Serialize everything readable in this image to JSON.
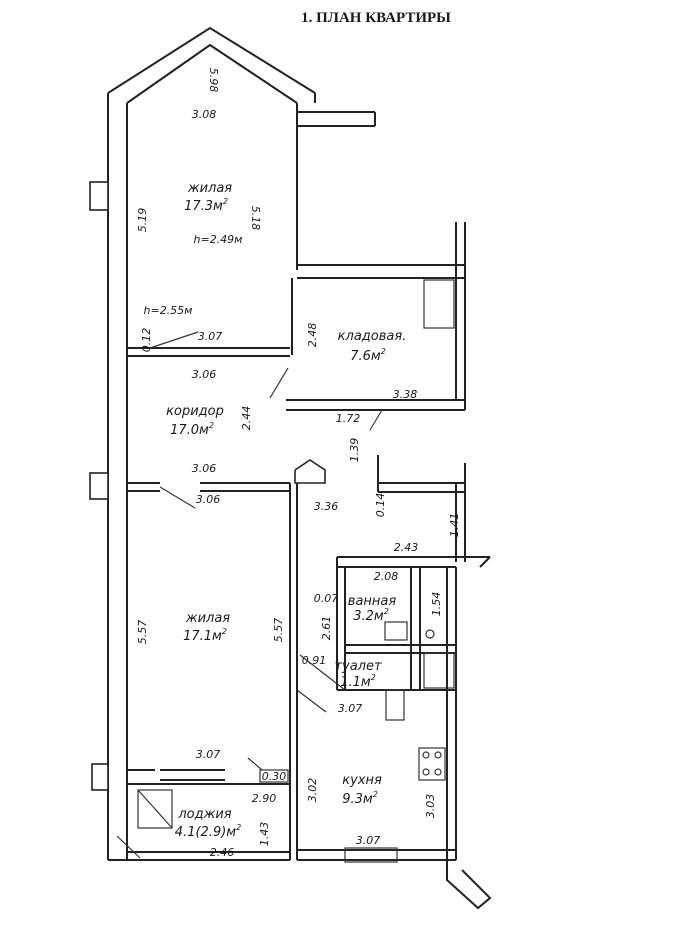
{
  "title": "1. ПЛАН КВАРТИРЫ",
  "rooms": {
    "living1": {
      "name": "жилая",
      "area": "17.3м",
      "height": "h=2.49м"
    },
    "storage": {
      "name": "кладовая.",
      "area": "7.6м"
    },
    "corridor": {
      "name": "коридор",
      "area": "17.0м",
      "height": "h=2.55м"
    },
    "living2": {
      "name": "жилая",
      "area": "17.1м"
    },
    "bath": {
      "name": "ванная",
      "area": "3.2м"
    },
    "wc": {
      "name": "туалет",
      "area": "1.1м"
    },
    "kitchen": {
      "name": "кухня",
      "area": "9.3м"
    },
    "loggia": {
      "name": "лоджия",
      "area": "4.1(2.9)м"
    }
  },
  "area_sup": "2",
  "dims": [
    "5.98",
    "3.08",
    "5.19",
    "5.18",
    "0.12",
    "3.07",
    "3.06",
    "2.48",
    "3.38",
    "2.44",
    "1.72",
    "1.39",
    "3.06",
    "3.06",
    "3.36",
    "0.14",
    "1.41",
    "2.43",
    "2.08",
    "0.07",
    "1.54",
    "2.61",
    "5.57",
    "5.57",
    "0.91",
    "3.07",
    "3.07",
    "0.30",
    "3.02",
    "3.03",
    "2.90",
    "1.43",
    "2.46",
    "3.07"
  ]
}
